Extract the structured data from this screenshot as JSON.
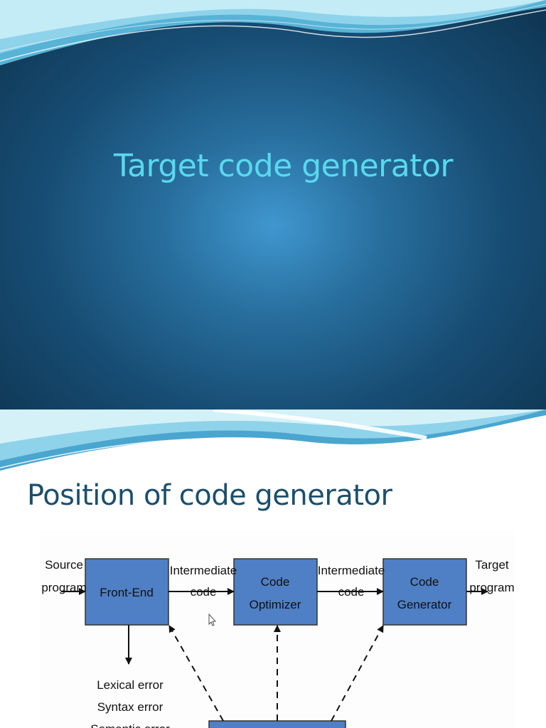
{
  "slide1": {
    "title": "Target code generator"
  },
  "slide2": {
    "title": "Position of code generator",
    "diagram": {
      "nodes": {
        "front_end": "Front-End",
        "optimizer_line1": "Code",
        "optimizer_line2": "Optimizer",
        "generator_line1": "Code",
        "generator_line2": "Generator"
      },
      "labels": {
        "source_line1": "Source",
        "source_line2": "program",
        "intermediate1_line1": "Intermediate",
        "intermediate1_line2": "code",
        "intermediate2_line1": "Intermediate",
        "intermediate2_line2": "code",
        "target_line1": "Target",
        "target_line2": "program",
        "errors": [
          "Lexical error",
          "Syntax error",
          "Semantic error"
        ]
      }
    }
  },
  "colors": {
    "box_fill": "#4f7fc4",
    "box_stroke": "#333333",
    "title1": "#59d9ee",
    "title2": "#1b4f6b"
  }
}
